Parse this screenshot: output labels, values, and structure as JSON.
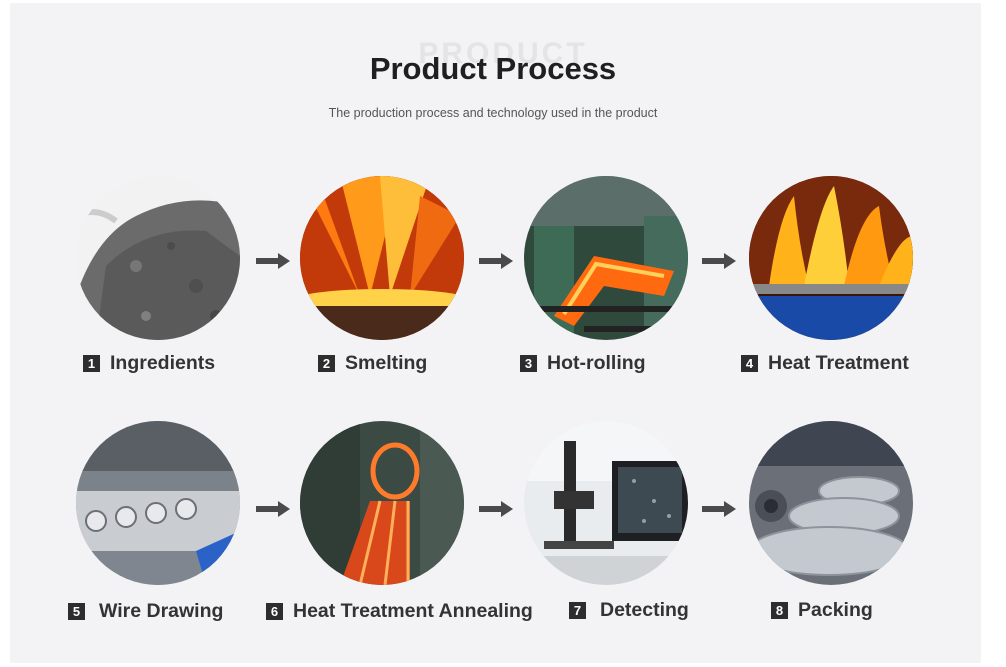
{
  "watermark": "PRODUCT",
  "title": "Product Process",
  "subtitle": "The production process and technology used in the product",
  "steps": [
    {
      "num": "1",
      "label": "Ingredients"
    },
    {
      "num": "2",
      "label": "Smelting"
    },
    {
      "num": "3",
      "label": "Hot-rolling"
    },
    {
      "num": "4",
      "label": "Heat Treatment"
    },
    {
      "num": "5",
      "label": "Wire Drawing"
    },
    {
      "num": "6",
      "label": "Heat Treatment Annealing"
    },
    {
      "num": "7",
      "label": "Detecting"
    },
    {
      "num": "8",
      "label": "Packing"
    }
  ],
  "colors": {
    "arrow": "#4a4a4a",
    "badge": "#2d2d2d",
    "background": "#f3f3f5"
  }
}
